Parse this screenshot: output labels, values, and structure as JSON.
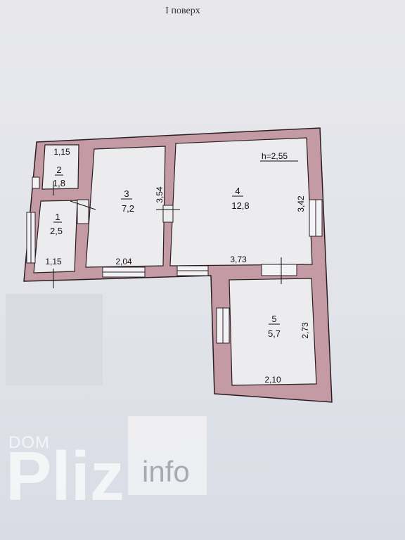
{
  "floor_title": "I поверх",
  "height_label": "h=2,55",
  "rooms": [
    {
      "number": "1",
      "area": "2,5"
    },
    {
      "number": "2",
      "area": "1,8"
    },
    {
      "number": "3",
      "area": "7,2"
    },
    {
      "number": "4",
      "area": "12,8"
    },
    {
      "number": "5",
      "area": "5,7"
    }
  ],
  "dimensions": {
    "room2_width": "1,15",
    "room1_width": "1,15",
    "room3_width": "2,04",
    "room3_depth": "3,54",
    "room4_width": "3,73",
    "room4_depth": "3,42",
    "room5_width": "2,10",
    "room5_depth": "2,73"
  },
  "watermark": {
    "dom": "DOM",
    "pliz": "Pliz",
    "info": "info"
  },
  "colors": {
    "wall": "#c49aa4",
    "wall_stroke": "#2a1e22",
    "room": "#ececef"
  }
}
